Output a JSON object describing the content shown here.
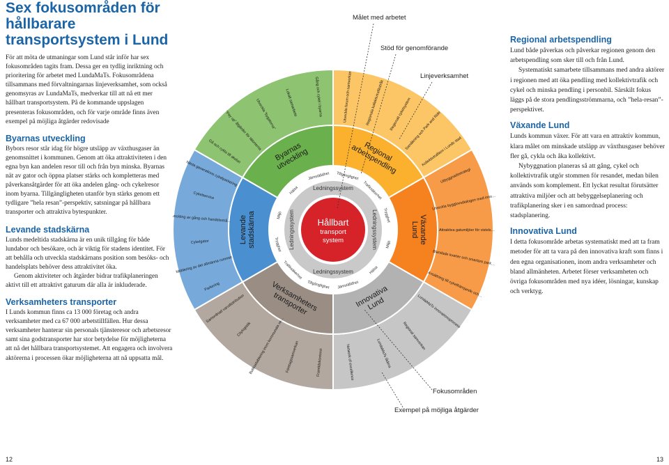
{
  "title_line1": "Sex fokusområden för hållbarare",
  "title_line2": "transportsystem i Lund",
  "intro": "För att möta de utmaningar som Lund står inför har sex fokusområden tagits fram. Dessa ger en tydlig inriktning och prioritering för arbetet med LundaMaTs. Fokusområdena tillsammans med förvaltningarnas linjeverksamhet, som också genomsyras av LundaMaTs, medverkar till att nå ett mer hållbart transportsystem. På de kommande uppslagen presenteras fokusområden, och för varje område finns även exempel på möjliga åtgärder redovisade",
  "sections_left": [
    {
      "heading": "Byarnas utveckling",
      "paras": [
        "Bybors resor står idag för högre utsläpp av växthusgaser än genomsnittet i kommunen. Genom att öka attraktiviteten i den egna byn kan andelen resor till och från byn minska. Byarnas nät av gator och öppna platser stärks och kompletteras med påverkansåtgärder för att öka andelen gång- och cykelresor inom byarna. Tillgängligheten utanför byn stärks genom ett tydligare ”hela resan”-perspektiv, satsningar på hållbara transporter och attraktiva bytespunkter."
      ]
    },
    {
      "heading": "Levande stadskärna",
      "paras": [
        "Lunds medeltida stadskärna är en unik tillgång för både lundabor och besökare, och är viktig för stadens identitet. För att behålla och utveckla stadskärnans position som besöks- och handelsplats behöver dess attraktivitet öka.",
        "Genom aktiviteter och åtgärder bidrar trafikplaneringen aktivt till ett attraktivt gaturum där alla är inkluderade."
      ]
    },
    {
      "heading": "Verksamheters transporter",
      "paras": [
        "I Lunds kommun finns ca 13 000 företag och andra verksamheter med ca 67 000 arbetstillfällen. Hur dessa verksamheter hanterar sin personals tjänsteresor och arbetsresor samt sina godstransporter har stor betydelse för möjligheterna att nå det hållbara transportsystemet. Att engagera och involvera aktörerna i processen ökar möjligheterna att nå uppsatta mål."
      ]
    }
  ],
  "sections_right": [
    {
      "heading": "Regional arbetspendling",
      "paras": [
        "Lund både påverkas och påverkar regionen genom den arbetspendling som sker till och från Lund.",
        "Systematiskt samarbete tillsammans med andra aktörer i regionen med att öka pendling med kollektivtrafik och cykel och minska pendling i personbil. Särskilt fokus läggs på de stora pendlingsströmmarna, och ”hela-resan”-perspektivet."
      ]
    },
    {
      "heading": "Växande Lund",
      "paras": [
        "Lunds kommun växer. För att vara en attraktiv kommun, klara målet om minskade utsläpp av växthusgaser behöver fler gå, cykla och åka kollektivt.",
        "Nybyggnation planeras så att gång, cykel och kollektivtrafik utgör stommen för resandet, medan bilen används som komplement. Ett lyckat resultat förutsätter attraktiva miljöer och att bebyggelseplanering och trafikplanering sker i en samordnad process: stadsplanering."
      ]
    },
    {
      "heading": "Innovativa Lund",
      "paras": [
        "I detta fokusområde arbetas systematiskt med att ta fram metoder för att ta vara på den innovativa kraft som finns i den egna organisationen, inom andra verksamheter och bland allmänheten. Arbetet förser verksamheten och övriga fokusområden med nya idéer, lösningar, kunskap och verktyg."
      ]
    }
  ],
  "wheel": {
    "center": [
      "Hållbart",
      "transport",
      "system"
    ],
    "ring_label": "Ledningssystem",
    "ring_top": "Ledningssystem",
    "ring_right": "Ledningssystem",
    "ring_left": "Ledningssystem",
    "ring_bottom": "Ledningssystem",
    "values": [
      "Tillgänglighet",
      "Trafiksäkerhet",
      "Trygghet",
      "Miljö",
      "Hälsa",
      "Jämställdhet",
      "Tillgänglighet",
      "Trafiksäkerhet",
      "Trygghet",
      "Miljö",
      "Hälsa",
      "Jämställdhet"
    ],
    "focus": [
      {
        "name": "Regional arbetspendling",
        "color": "#fbb12d"
      },
      {
        "name": "Växande Lund",
        "color": "#f5821f"
      },
      {
        "name": "Innovativa Lund",
        "color": "#b2b2b2"
      },
      {
        "name": "Verksamheters transporter",
        "color": "#9a8d84"
      },
      {
        "name": "Levande stadskärna",
        "color": "#4a8fcf"
      },
      {
        "name": "Byarnas utveckling",
        "color": "#6ab04c"
      }
    ],
    "measures": [
      [
        "Utveckla forum och samverkan",
        "Regionala kollektivtrafikstråk",
        "Regionalt cykelsystem",
        "Samåkning och Park and Ride",
        "Kollektivtrafiken i Lunds stad"
      ],
      [
        "Utbyggnadsstrategi",
        "Utveckla bygglovsdialogen med innovativa mobilitetslösningar",
        "Attraktiva gatumiljöer för vistelse, fotgängare, cyklister",
        "Blandade kvarter och smartare parkeringslösningar",
        "Avsättning till cykelfrämjande och påverkansåtgärder"
      ],
      [
        "LundaMaTs innovationsprocess",
        "Regional samverkan",
        "LundaMaTs lådera",
        "Network of excellence"
      ],
      [
        "Framtidskontoret",
        "Företagssamverkan",
        "Butiksetablering inom kommunala verksamheter",
        "Citylogistik",
        "Samordnad varudistribution"
      ],
      [
        "Parkering",
        "Möblering av det allmänna rummet",
        "Cykelgator",
        "Utveckling av gång och handelsstråk",
        "Cykelservice",
        "Nästa generations cykelparkering"
      ],
      [
        "Gå och cykla till skolan",
        "”Pay up” åtgärder för tätorterna",
        "Utveckla ”bygatorna”",
        "Lokalt samarbete",
        "Gång och cykel i byarna"
      ]
    ]
  },
  "labels": {
    "goal": "Målet med arbetet",
    "support": "Stöd för genomförande",
    "line": "Linjeverksamhet",
    "focus_areas": "Fokusområden",
    "examples": "Exempel på möjliga åtgärder"
  },
  "page_left": "12",
  "page_right": "13",
  "colors": {
    "accent": "#1b64a6",
    "center": "#d6232a"
  }
}
